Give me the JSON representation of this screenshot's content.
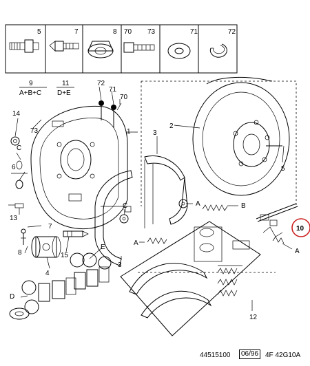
{
  "toolbar": {
    "cells": [
      {
        "number": "5",
        "icon": "bolt-with-nut-icon"
      },
      {
        "number": "7",
        "icon": "stud-icon"
      },
      {
        "number": "8",
        "icon": "cap-nut-icon"
      },
      {
        "number": "70",
        "icon": "bolt-icon"
      },
      {
        "number": "73",
        "icon": "bolt-icon"
      },
      {
        "number": "71",
        "icon": "washer-icon"
      },
      {
        "number": "72",
        "icon": "circlip-icon"
      }
    ]
  },
  "kits": {
    "k9": {
      "number": "9",
      "formula": "A+B+C"
    },
    "k11": {
      "number": "11",
      "formula": "D+E"
    }
  },
  "callouts": {
    "c1": "1",
    "c2": "2",
    "c3a": "3",
    "c3b": "3",
    "c4": "4",
    "c5": "5",
    "c6": "6",
    "c7": "7",
    "c8": "8",
    "c10": "10",
    "c12": "12",
    "c13": "13",
    "c14": "14",
    "c15": "15",
    "c70": "70",
    "c71": "71",
    "c72": "72",
    "c73": "73",
    "lA1": "A",
    "lA2": "A",
    "lA3": "A",
    "lB": "B",
    "lC1": "C",
    "lC2": "C",
    "lD": "D",
    "lE": "E"
  },
  "footer": {
    "code": "44515100",
    "date": "06/96",
    "ref": "4F 42G10A"
  },
  "colors": {
    "line": "#000000",
    "highlight": "#cc2222",
    "background": "#ffffff"
  }
}
